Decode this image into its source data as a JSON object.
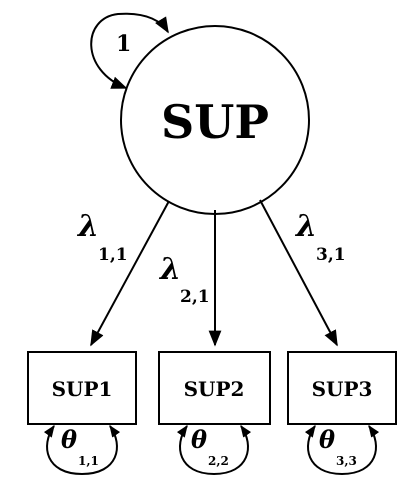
{
  "latent": {
    "label": "SUP",
    "variance_label": "1"
  },
  "indicators": [
    {
      "label": "SUP1",
      "error_symbol": "θ",
      "error_subscript": "1,1"
    },
    {
      "label": "SUP2",
      "error_symbol": "θ",
      "error_subscript": "2,2"
    },
    {
      "label": "SUP3",
      "error_symbol": "θ",
      "error_subscript": "3,3"
    }
  ],
  "loadings": [
    {
      "symbol": "λ",
      "subscript": "1,1"
    },
    {
      "symbol": "λ",
      "subscript": "2,1"
    },
    {
      "symbol": "λ",
      "subscript": "3,1"
    }
  ],
  "colors": {
    "stroke": "#000000",
    "fill": "#ffffff",
    "text": "#000000"
  }
}
